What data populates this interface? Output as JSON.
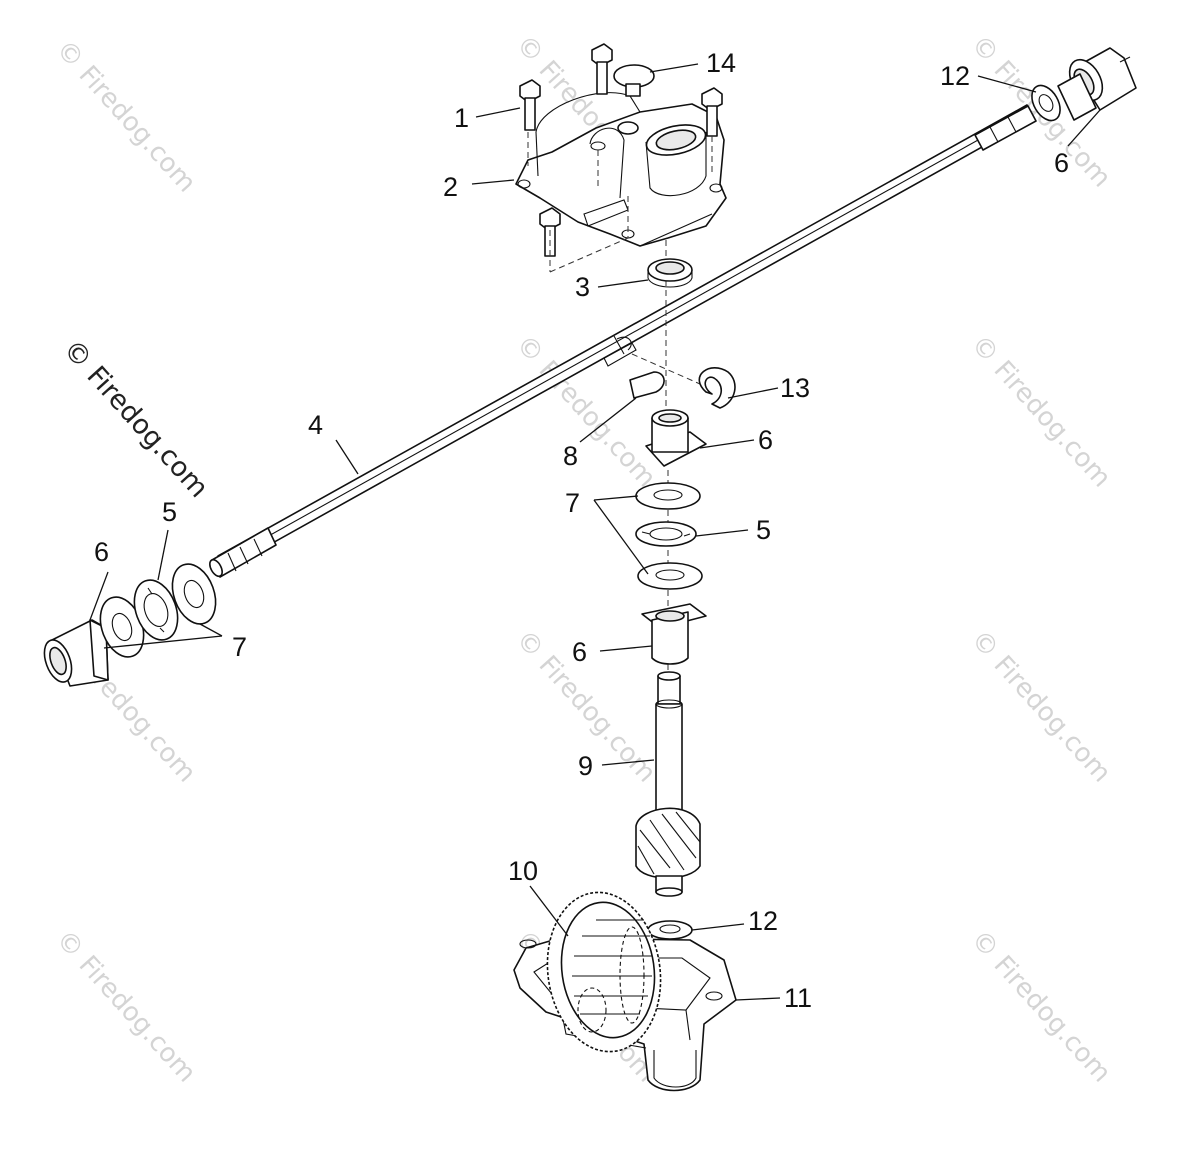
{
  "watermark": {
    "light": "© Firedog.com",
    "strong": "© Firedog.com"
  },
  "callouts": [
    {
      "label": "1"
    },
    {
      "label": "2"
    },
    {
      "label": "3"
    },
    {
      "label": "4"
    },
    {
      "label": "5"
    },
    {
      "label": "6"
    },
    {
      "label": "7"
    },
    {
      "label": "6"
    },
    {
      "label": "12"
    },
    {
      "label": "14"
    },
    {
      "label": "13"
    },
    {
      "label": "8"
    },
    {
      "label": "6"
    },
    {
      "label": "7"
    },
    {
      "label": "5"
    },
    {
      "label": "6"
    },
    {
      "label": "9"
    },
    {
      "label": "10"
    },
    {
      "label": "12"
    },
    {
      "label": "11"
    }
  ]
}
